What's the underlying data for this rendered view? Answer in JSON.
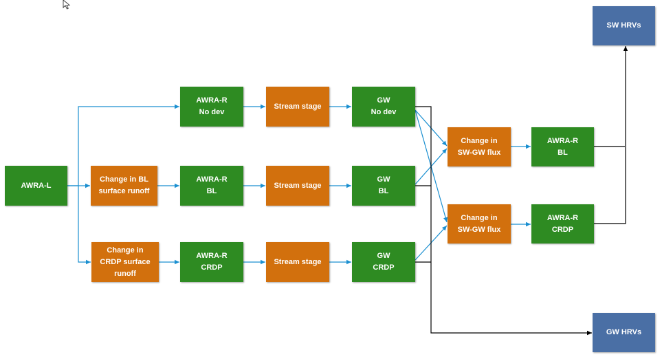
{
  "nodes": {
    "awra_l": {
      "lines": [
        "AWRA-L"
      ]
    },
    "awra_r_nodev": {
      "lines": [
        "AWRA-R",
        "No dev"
      ]
    },
    "stream_stage_1": {
      "lines": [
        "Stream stage"
      ]
    },
    "gw_nodev": {
      "lines": [
        "GW",
        "No dev"
      ]
    },
    "change_bl_runoff": {
      "lines": [
        "Change in BL",
        "surface runoff"
      ]
    },
    "awra_r_bl": {
      "lines": [
        "AWRA-R",
        "BL"
      ]
    },
    "stream_stage_2": {
      "lines": [
        "Stream stage"
      ]
    },
    "gw_bl": {
      "lines": [
        "GW",
        "BL"
      ]
    },
    "change_crdp_runoff": {
      "lines": [
        "Change in",
        "CRDP surface",
        "runoff"
      ]
    },
    "awra_r_crdp": {
      "lines": [
        "AWRA-R",
        "CRDP"
      ]
    },
    "stream_stage_3": {
      "lines": [
        "Stream stage"
      ]
    },
    "gw_crdp": {
      "lines": [
        "GW",
        "CRDP"
      ]
    },
    "change_flux_1": {
      "lines": [
        "Change in",
        "SW-GW flux"
      ]
    },
    "awra_r_bl_out": {
      "lines": [
        "AWRA-R",
        "BL"
      ]
    },
    "change_flux_2": {
      "lines": [
        "Change in",
        "SW-GW flux"
      ]
    },
    "awra_r_crdp_out": {
      "lines": [
        "AWRA-R",
        "CRDP"
      ]
    },
    "sw_hrvs": {
      "lines": [
        "SW HRVs"
      ]
    },
    "gw_hrvs": {
      "lines": [
        "GW HRVs"
      ]
    }
  },
  "colors": {
    "green": "#2e8b22",
    "orange": "#d2700d",
    "blue": "#4a6fa5",
    "arrow_blue": "#1a8fd0",
    "arrow_black": "#000000"
  },
  "icons": {
    "cursor": "mouse-pointer-icon"
  }
}
